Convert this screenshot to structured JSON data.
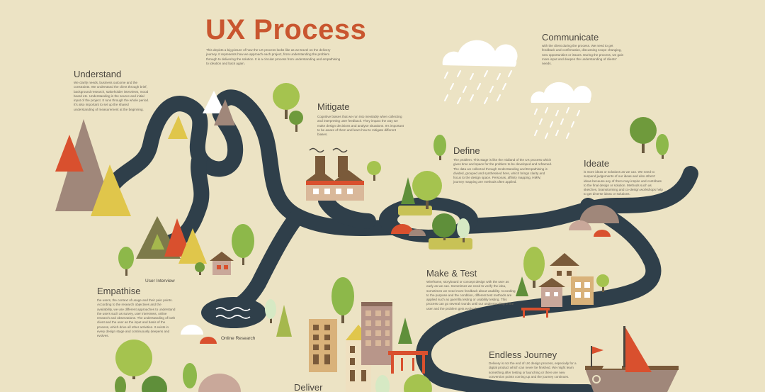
{
  "title": "UX Process",
  "intro": "This depicts a big picture of how the UX process looks like as we travel on the delivery journey. It represents how we approach each project, from understanding the problem through to delivering the solution. It is a circular process from understanding and empathising to ideation and back again.",
  "stages": {
    "understand": {
      "heading": "Understand",
      "text": "We clarify needs, business outcome and the constraints. We understand the client through brief, background research, stakeholder interviews, mood board etc. Understanding is the source and initial input of the project. It runs through the whole period. It's also important to set up the shared understanding of measurement at the beginning."
    },
    "mitigate": {
      "heading": "Mitigate",
      "text": "Cognitive biases that we run into inevitably when collecting and interpreting user feedback. They impact the way we make design decisions and analyse situations. It's important to be aware of them and learn how to mitigate different biases."
    },
    "define": {
      "heading": "Define",
      "text": "The problem. This stage is like the midland of the UX process which gives time and space for the problem to be developed and reframed. The data we collected through Understanding and Empathising is divided, grouped and synthesised here, which brings clarity and focus to the design space. Personas, affinity mapping, HMW, journey mapping are methods often applied."
    },
    "communicate": {
      "heading": "Communicate",
      "text": "with the client during the process. We need to get feedback and confirmation, discussing scope changing, new opportunities or issues. During the process, we gain more input and deepen the understanding of clients' needs."
    },
    "ideate": {
      "heading": "Ideate",
      "text": "is more ideas or solutions as we can. We need to suspend judgements of our ideas and also others' ideas because any of them may inspire and contribute to the final design or solution. Methods such as sketches, brainstorming and co-design workshops help to get diverse ideas or solutions."
    },
    "empathise": {
      "heading": "Empathise",
      "text": "the users, the context of usage and their pain points. According to the research objectives and the availability, we use different approaches to understand the users such as survey, user interviews, online research and observations. The understanding of both client and the user as the input and basis of the process, which drive all other activities. It exists in every design stage and continuously deepens and evolves."
    },
    "make_test": {
      "heading": "Make & Test",
      "text": "Wireframe, storyboard or concept design with the user as early as we can. Sometimes we need to verify the idea, sometimes we need more feedback about usability. According to the purpose and the condition, different test methods are applied such as guerrilla testing or usability testing. This process can go several rounds until our understanding of the user and the problem gets evolved."
    },
    "endless_journey": {
      "heading": "Endless Journey",
      "text": "Delivery is not the end of UX design process, especially for a digital product which can never be finished. We might learn something after testing or launching or there are new conversion points coming up and the journey continues."
    },
    "deliver": {
      "heading": "Deliver"
    }
  },
  "labels": {
    "user_interview": "User Interview",
    "online_research": "Online Research"
  },
  "colors": {
    "background": "#ece3c4",
    "road": "#2f3f4a",
    "title": "#c9562f",
    "tree_green": "#8db84a",
    "dark_tree": "#5f8f3a",
    "mountain_brown": "#a0877a",
    "orange_red": "#d9502e",
    "mustard": "#e0c64b",
    "cloud": "#ffffff"
  },
  "icons": [
    "cloud-rain-icon",
    "factory-icon",
    "house-icon",
    "tree-icon",
    "mountain-icon",
    "sailboat-icon",
    "bridge-icon",
    "lake-icon"
  ]
}
